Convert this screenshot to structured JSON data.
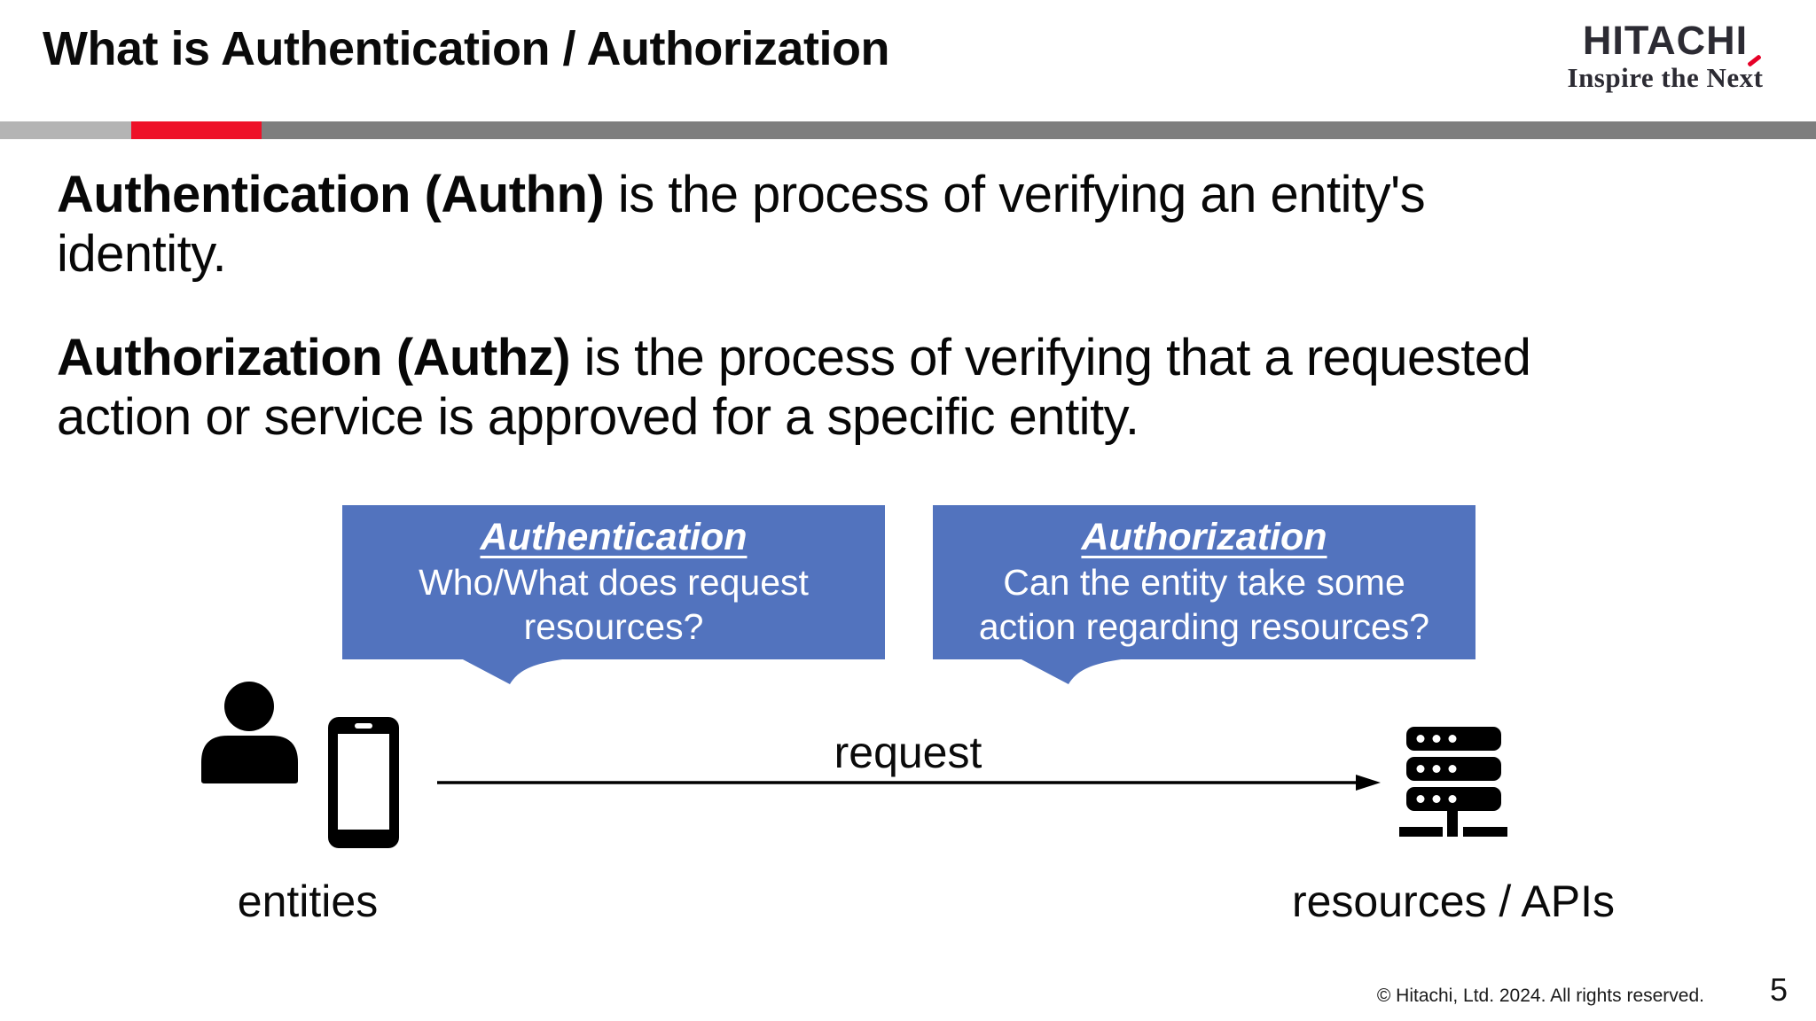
{
  "slide": {
    "title": "What is Authentication / Authorization",
    "footer_copyright": "© Hitachi, Ltd. 2024. All rights reserved.",
    "page_number": "5"
  },
  "logo": {
    "brand": "HITACHI",
    "tagline": "Inspire the Next",
    "accent_icon": "red-accent-mark"
  },
  "definitions": [
    {
      "term": "Authentication (Authn)",
      "line1_rest": " is the process of verifying an entity's",
      "line2": "identity."
    },
    {
      "term": "Authorization (Authz)",
      "line1_rest": " is the process of verifying that a requested",
      "line2": "action or service is approved for a specific entity."
    }
  ],
  "callouts": [
    {
      "heading": "Authentication",
      "line1": "Who/What does request",
      "line2": "resources?"
    },
    {
      "heading": "Authorization",
      "line1": "Can the entity take some",
      "line2": "action regarding resources?"
    }
  ],
  "diagram": {
    "arrow_label": "request",
    "left_label": "entities",
    "right_label": "resources / APIs",
    "icons": [
      "person-icon",
      "smartphone-icon",
      "server-icon",
      "right-arrow"
    ]
  },
  "colors": {
    "callout_blue": "#5273BE",
    "bar_red": "#EE1128",
    "bar_light_gray": "#B4B4B4",
    "bar_dark_gray": "#7E7E7E",
    "logo_charcoal": "#2C2B33",
    "logo_accent_red": "#E60027",
    "text_black": "#0A0A0A"
  }
}
